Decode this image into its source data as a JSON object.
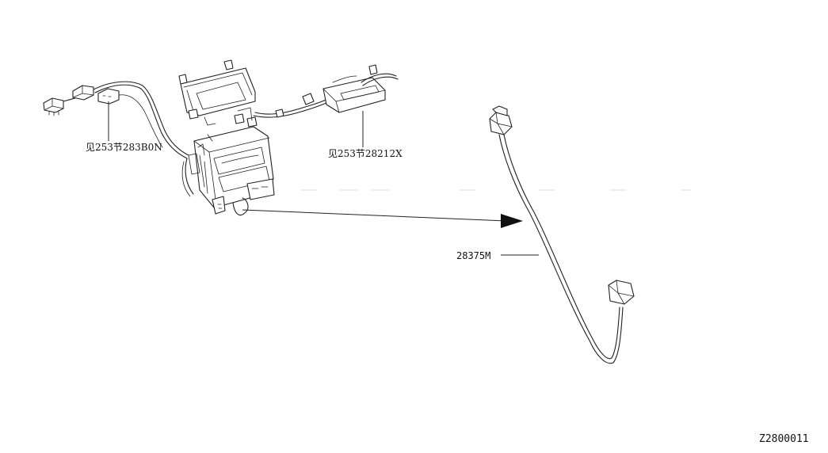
{
  "diagram": {
    "callouts": {
      "left_ref": "见253节283B0N",
      "center_ref": "见253节28212X",
      "part_number": "28375M"
    },
    "diagram_id": "Z2800011",
    "line_color": "#222222",
    "background": "#ffffff"
  }
}
